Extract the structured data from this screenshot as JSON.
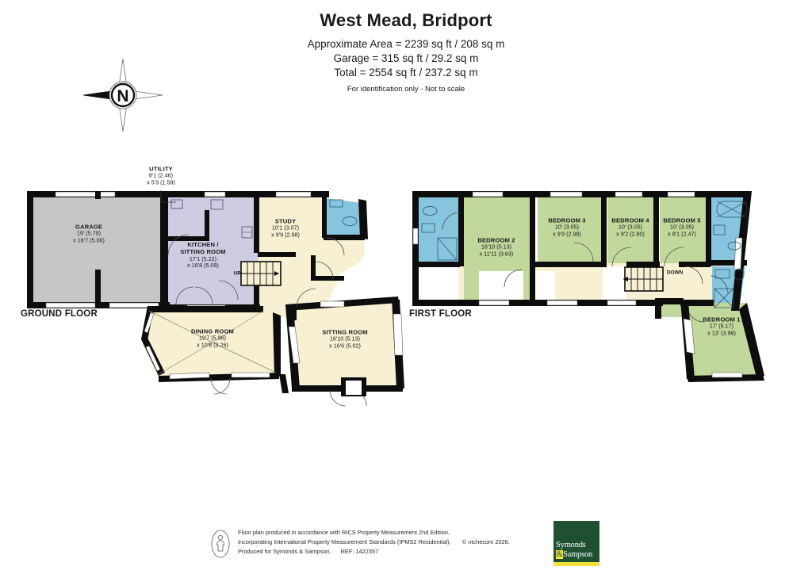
{
  "header": {
    "title": "West Mead, Bridport",
    "approx_area": "Approximate Area = 2239 sq ft / 208 sq m",
    "garage_area": "Garage = 315 sq ft / 29.2 sq m",
    "total_area": "Total = 2554 sq ft / 237.2 sq m",
    "disclaimer": "For identification only - Not to scale"
  },
  "compass": {
    "label": "N",
    "icon": "compass-rose-icon"
  },
  "floors": [
    {
      "id": "ground",
      "label": "GROUND FLOOR"
    },
    {
      "id": "first",
      "label": "FIRST FLOOR"
    }
  ],
  "rooms": {
    "garage": {
      "name": "GARAGE",
      "dim1": "19' (5.79)",
      "dim2": "x 16'7 (5.06)",
      "color": "#c8c5c5"
    },
    "utility": {
      "name": "UTILITY",
      "dim1": "8'1 (2.46)",
      "dim2": "x 5'3 (1.59)",
      "color": "#cdcce0"
    },
    "kitchen": {
      "name": "KITCHEN /",
      "name2": "SITTING ROOM",
      "dim1": "17'1 (5.22)",
      "dim2": "x 16'8 (5.09)",
      "color": "#cdcce0"
    },
    "study": {
      "name": "STUDY",
      "dim1": "10'1 (3.07)",
      "dim2": "x 9'9 (2.98)",
      "color": "#f7f0d2"
    },
    "dining": {
      "name": "DINING ROOM",
      "dim1": "19'7 (5.96)",
      "dim2": "x 10'8 (3.26)",
      "color": "#f7f0d2"
    },
    "sitting": {
      "name": "SITTING ROOM",
      "dim1": "16'10 (5.13)",
      "dim2": "x 16'6 (5.02)",
      "color": "#f7f0d2"
    },
    "bedroom1": {
      "name": "BEDROOM 1",
      "dim1": "17' (5.17)",
      "dim2": "x 13' (3.96)",
      "color": "#c2d79b"
    },
    "bedroom2": {
      "name": "BEDROOM 2",
      "dim1": "16'10 (5.13)",
      "dim2": "x 11'11 (3.63)",
      "color": "#c2d79b"
    },
    "bedroom3": {
      "name": "BEDROOM 3",
      "dim1": "10' (3.05)",
      "dim2": "x 9'9 (2.98)",
      "color": "#c2d79b"
    },
    "bedroom4": {
      "name": "BEDROOM 4",
      "dim1": "10' (3.05)",
      "dim2": "x 9'2 (2.80)",
      "color": "#c2d79b"
    },
    "bedroom5": {
      "name": "BEDROOM 5",
      "dim1": "10' (3.05)",
      "dim2": "x 8'1 (2.47)",
      "color": "#c2d79b"
    }
  },
  "stairs": {
    "up": "UP",
    "down": "DOWN"
  },
  "palette": {
    "wall": "#0d0d0d",
    "green": "#c2d79b",
    "cream": "#f7f0d2",
    "lavender": "#cdcce0",
    "blue": "#86c5dd",
    "grey": "#c8c5c5",
    "white": "#ffffff",
    "logo_green": "#1f5130",
    "logo_yellow": "#f2e23c"
  },
  "footer": {
    "line1": "Floor plan produced in accordance with RICS Property Measurement 2nd Edition,",
    "line2": "Incorporating International Property Measurement Standards (IPMS2 Residential).",
    "copyright": "© ntchecom 2026.",
    "line3": "Produced for Symonds & Sampson.",
    "ref": "REF: 1422357",
    "icon": "person-info-icon"
  },
  "logo": {
    "line1": "Symonds",
    "amp": "&",
    "line2": "Sampson"
  }
}
